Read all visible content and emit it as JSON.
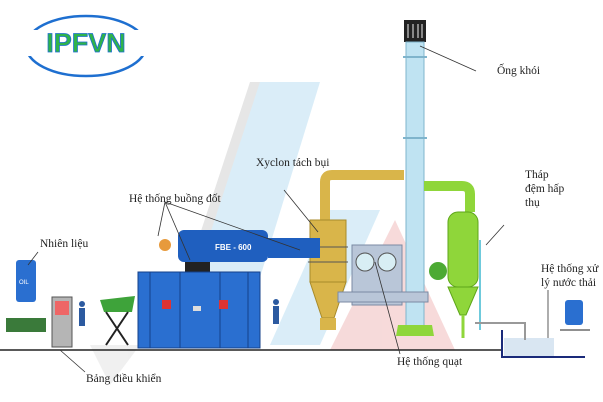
{
  "logo": {
    "text": "IPFVN",
    "colors": {
      "text": "#2fb34a",
      "ring": "#1e6fd0"
    }
  },
  "equipment_labels": {
    "burner": "FBE - 600",
    "oil_tank": "OIL"
  },
  "labels": {
    "chimney": "Ống khói",
    "cyclone": "Xyclon tách bụi",
    "combustion": "Hệ thống buồng đốt",
    "absorption_tower_lines": [
      "Tháp",
      "đệm hấp",
      "thụ"
    ],
    "fuel": "Nhiên liệu",
    "wastewater_lines": [
      "Hệ thống xử",
      "lý nước thải"
    ],
    "fan": "Hệ thống quạt",
    "control_panel": "Bảng điều khiển"
  },
  "colors": {
    "chimney": "#bfe3f2",
    "cyclone": "#d9b54a",
    "furnace": "#1f5fbf",
    "tower": "#8fd63a",
    "fan_housing": "#b9c6d8",
    "watermark_blue": "#d6ecf8",
    "watermark_red": "#f6d6d6"
  }
}
